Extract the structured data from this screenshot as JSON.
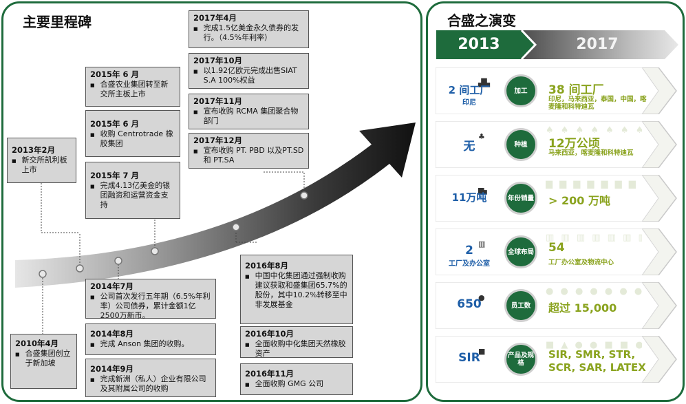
{
  "left": {
    "title": "主要里程碑",
    "milestones": [
      {
        "date": "2017年4月",
        "text": "完成1.5亿美金永久债券的发行。（4.5%年利率）"
      },
      {
        "date": "2017年10月",
        "text": "以1.92亿欧元完成出售SIAT S.A 100%权益"
      },
      {
        "date": "2017年11月",
        "text": "宣布收购 RCMA 集团聚合物部门"
      },
      {
        "date": "2017年12月",
        "text": "宣布收购 PT. PBD 以及PT.SD 和 PT.SA"
      },
      {
        "date": "2015年 6 月",
        "text": "合盛农业集团转至新交所主板上市"
      },
      {
        "date": "2015年 6 月",
        "text": "收购 Centrotrade 橡胶集团"
      },
      {
        "date": "2015年 7 月",
        "text": "完成4.13亿美金的银团融资和运营资金支持"
      },
      {
        "date": "2013年2月",
        "text": "新交所凯利板上市"
      },
      {
        "date": "2016年8月",
        "text": "中国中化集团通过强制收购建议获取和盛集团65.7%的股份，其中10.2%转移至中非发展基金"
      },
      {
        "date": "2016年10月",
        "text": "全面收购中化集团天然橡胶资产"
      },
      {
        "date": "2016年11月",
        "text": "全面收购 GMG 公司"
      },
      {
        "date": "2014年7月",
        "text": "公司首次发行五年期（6.5%年利率）公司债券，累计金额1亿2500万新币。"
      },
      {
        "date": "2014年8月",
        "text": "完成 Anson 集团的收购。"
      },
      {
        "date": "2014年9月",
        "text": "完成新洲（私人）企业有限公司及其附属公司的收购"
      },
      {
        "date": "2010年4月",
        "text": "合盛集团创立于新加坡"
      }
    ]
  },
  "right": {
    "title": "合盛之演变",
    "year_from": "2013",
    "year_to": "2017",
    "rows": [
      {
        "left": "2 间工厂",
        "left_sub": "印尼",
        "label": "加工",
        "big": "38 间工厂",
        "small": "印尼，马来西亚，泰国，中国，喀麦隆和科特迪瓦",
        "icon": "factory-icon"
      },
      {
        "left": "无",
        "left_sub": "",
        "label": "种植",
        "big": "12万公顷",
        "small": "马来西亚，喀麦隆和科特迪瓦",
        "icon": "tree-icon"
      },
      {
        "left": "11万吨",
        "left_sub": "",
        "label": "年份销量",
        "big": "> 200 万吨",
        "small": "",
        "icon": "truck-icon"
      },
      {
        "left": "2",
        "left_sub": "工厂及办公室",
        "label": "全球布局",
        "big": "54",
        "small": "工厂办公室及物流中心",
        "icon": "building-icon"
      },
      {
        "left": "650",
        "left_sub": "",
        "label": "员工数",
        "big": "超过 15,000",
        "small": "",
        "icon": "people-icon"
      },
      {
        "left": "SIR",
        "left_sub": "",
        "label": "产品及规格",
        "big": "SIR, SMR, STR,\nSCR, SAR, LATEX",
        "small": "",
        "icon": "product-icon"
      }
    ]
  },
  "colors": {
    "green": "#1e6b3c",
    "lime": "#8aa31e",
    "blue": "#1f5fa8",
    "box": "#d6d6d6"
  }
}
